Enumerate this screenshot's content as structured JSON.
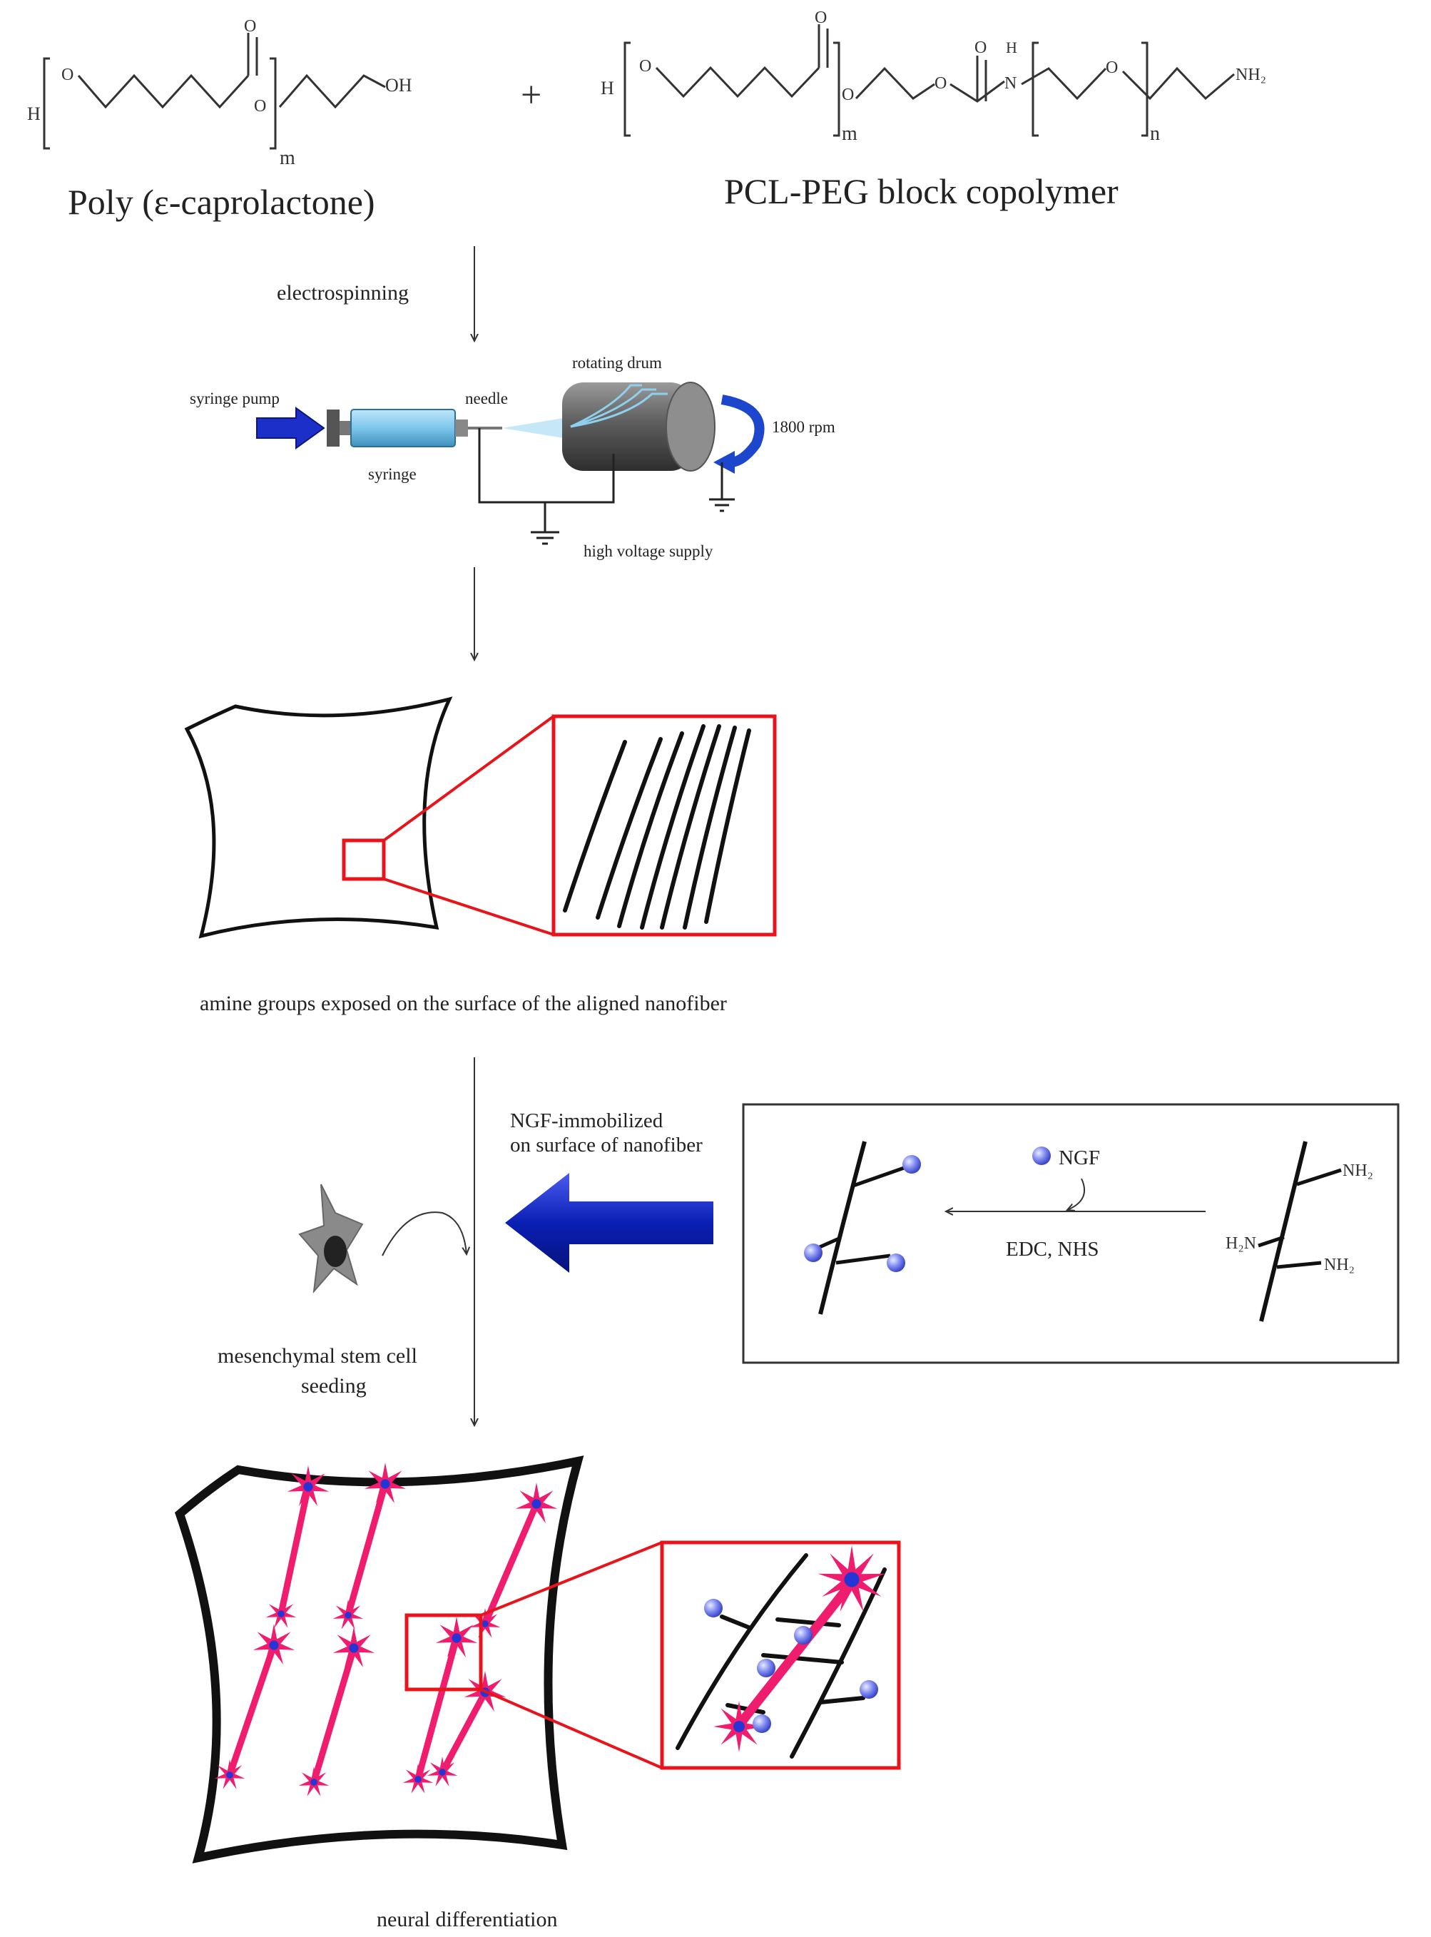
{
  "chem": {
    "atom_h": "H",
    "atom_o": "O",
    "atom_oh": "OH",
    "atom_n": "N",
    "atom_nh2": "NH₂",
    "atom_h2n": "H₂N",
    "subscript_m": "m",
    "subscript_n": "n",
    "plus": "+"
  },
  "labels": {
    "pcl": "Poly (ε-caprolactone)",
    "pcl_peg": "PCL-PEG block copolymer",
    "electrospinning": "electrospinning",
    "syringe_pump": "syringe pump",
    "syringe": "syringe",
    "needle": "needle",
    "rotating_drum": "rotating drum",
    "rpm": "1800 rpm",
    "high_voltage": "high voltage supply",
    "amine_caption": "amine groups exposed on the surface of the aligned nanofiber",
    "ngf_immobilized_line1": "NGF-immobilized",
    "ngf_immobilized_line2": "on surface of nanofiber",
    "ngf": "NGF",
    "edc_nhs": "EDC, NHS",
    "msc_line1": "mesenchymal stem cell",
    "msc_line2": "seeding",
    "neural": "neural differentiation"
  },
  "colors": {
    "outline": "#111111",
    "zoom_red": "#e8141c",
    "arrow_blue": "#0a1fb4",
    "neuron_pink": "#f01c6e",
    "nucleus_blue": "#2636d6",
    "ngf_sphere": "#7f8af0",
    "syringe_blue": "#7cc6ec",
    "drum_gray": "#6b6b6b"
  }
}
